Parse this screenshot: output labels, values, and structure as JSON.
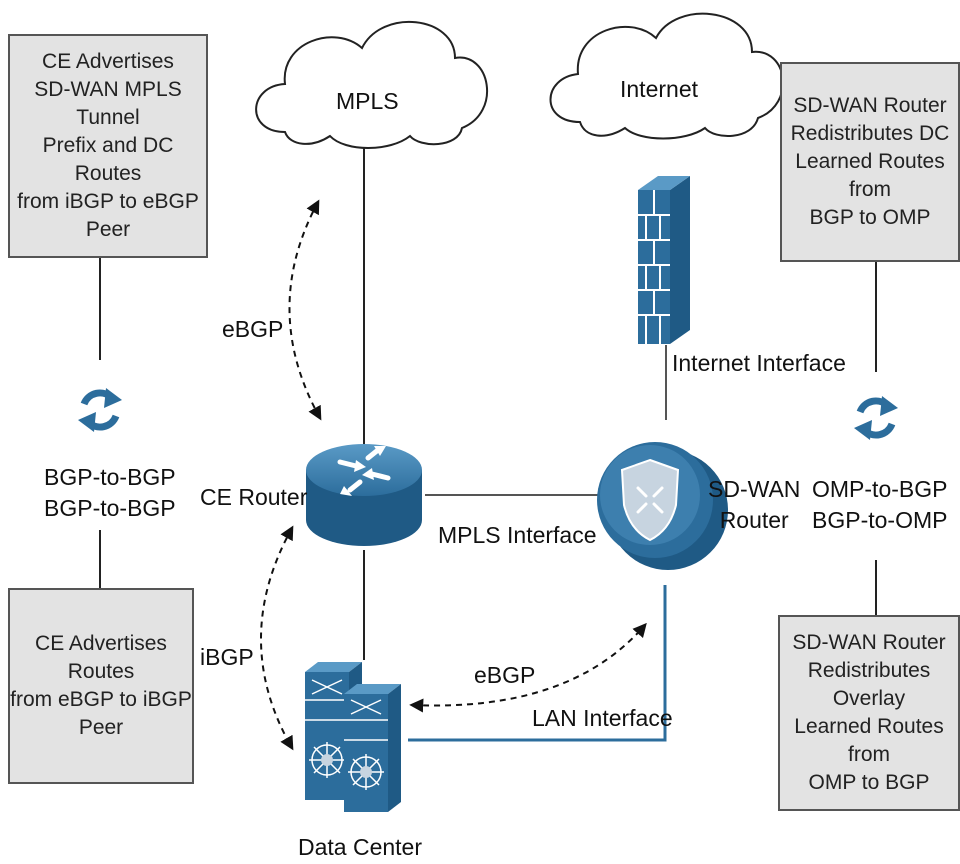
{
  "boxes": {
    "top_left": "CE Advertises\nSD-WAN MPLS Tunnel\nPrefix and DC Routes\nfrom iBGP to eBGP\nPeer",
    "bottom_left": "CE Advertises Routes\nfrom eBGP to iBGP\nPeer",
    "top_right": "SD-WAN Router\nRedistributes DC\nLearned Routes from\nBGP to OMP",
    "bottom_right": "SD-WAN Router\nRedistributes Overlay\nLearned Routes from\nOMP to BGP"
  },
  "clouds": {
    "mpls": "MPLS",
    "internet": "Internet"
  },
  "devices": {
    "ce_router": "CE Router",
    "sdwan_router": "SD-WAN\nRouter",
    "data_center": "Data Center"
  },
  "interfaces": {
    "internet": "Internet Interface",
    "mpls": "MPLS Interface",
    "lan": "LAN Interface"
  },
  "protocols": {
    "ebgp_mpls": "eBGP",
    "ibgp": "iBGP",
    "ebgp_dc": "eBGP"
  },
  "redistribution": {
    "left": "BGP-to-BGP\nBGP-to-BGP",
    "right": "OMP-to-BGP\nBGP-to-OMP"
  },
  "colors": {
    "device_blue": "#2c6d9c",
    "box_fill": "#e3e3e3",
    "line": "#333333"
  }
}
